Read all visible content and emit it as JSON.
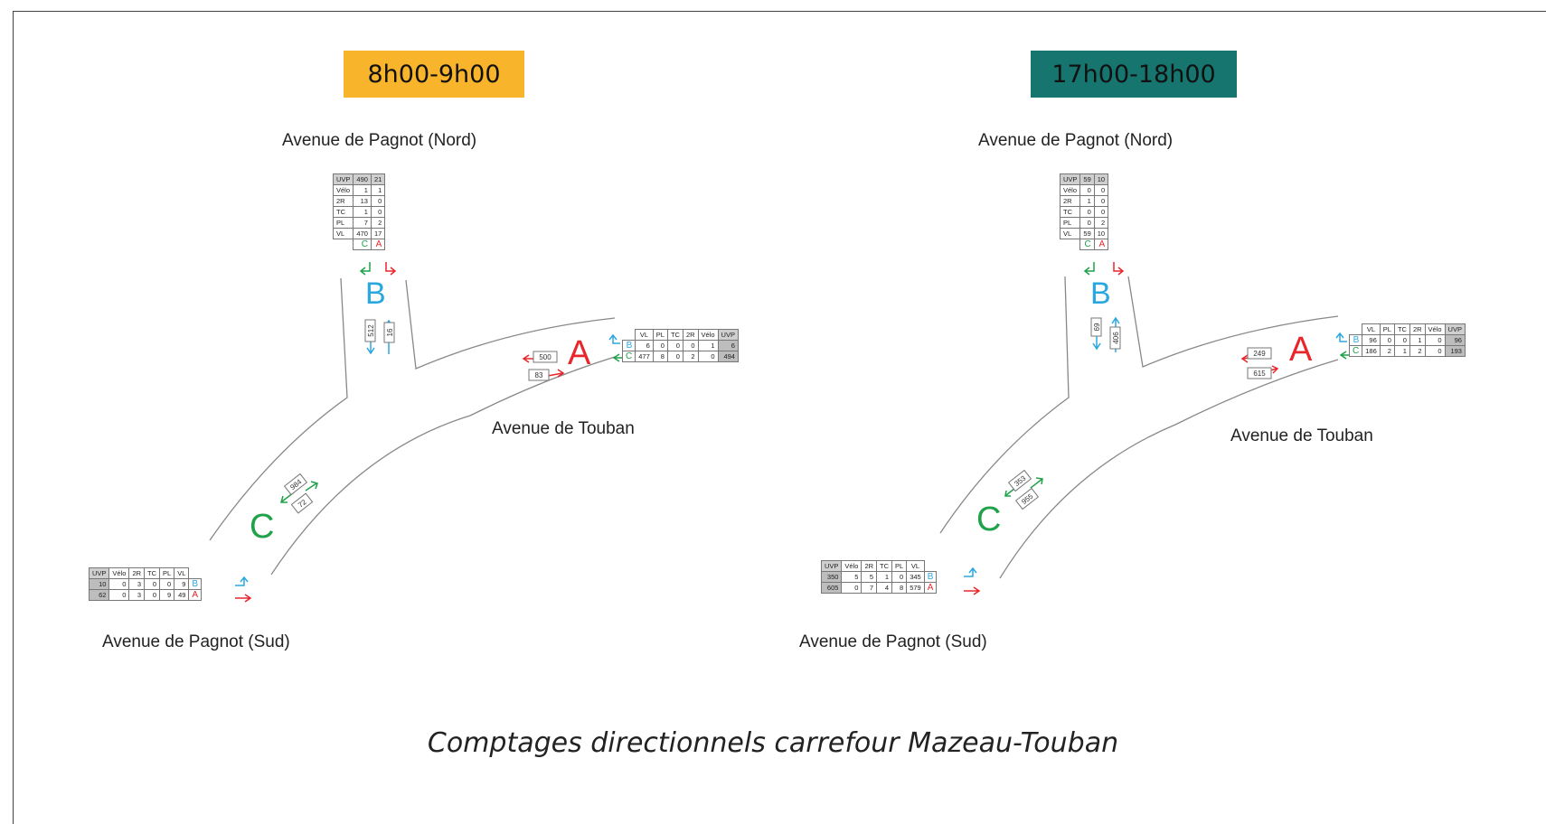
{
  "caption": "Comptages directionnels carrefour Mazeau-Touban",
  "colors": {
    "morning_badge": "#f8b42a",
    "evening_badge": "#16766f",
    "A": "#e8262b",
    "B": "#2ba7e0",
    "C": "#1fa24a"
  },
  "morning": {
    "period": "8h00-9h00",
    "north_label": "Avenue de Pagnot (Nord)",
    "east_label": "Avenue de Touban",
    "south_label": "Avenue de Pagnot (Sud)",
    "letters": {
      "a": "A",
      "b": "B",
      "c": "C"
    },
    "north_table": {
      "rows": [
        {
          "k": "UVP",
          "v1": "490",
          "v2": "21"
        },
        {
          "k": "Vélo",
          "v1": "1",
          "v2": "1"
        },
        {
          "k": "2R",
          "v1": "13",
          "v2": "0"
        },
        {
          "k": "TC",
          "v1": "1",
          "v2": "0"
        },
        {
          "k": "PL",
          "v1": "7",
          "v2": "2"
        },
        {
          "k": "VL",
          "v1": "470",
          "v2": "17"
        }
      ],
      "dest1": "C",
      "dest2": "A"
    },
    "east_table": {
      "headers": [
        "VL",
        "PL",
        "TC",
        "2R",
        "Vélo",
        "UVP"
      ],
      "rows": [
        {
          "dest": "B",
          "vals": [
            "6",
            "0",
            "0",
            "0",
            "1",
            "6"
          ]
        },
        {
          "dest": "C",
          "vals": [
            "477",
            "8",
            "0",
            "2",
            "0",
            "494"
          ]
        }
      ]
    },
    "south_table": {
      "headers": [
        "UVP",
        "Vélo",
        "2R",
        "TC",
        "PL",
        "VL"
      ],
      "rows": [
        {
          "dest": "B",
          "vals": [
            "10",
            "0",
            "3",
            "0",
            "0",
            "9"
          ]
        },
        {
          "dest": "A",
          "vals": [
            "62",
            "0",
            "3",
            "0",
            "9",
            "49"
          ]
        }
      ]
    },
    "flows": {
      "b_out": "512",
      "b_in": "16",
      "a_in": "500",
      "a_out": "83",
      "c_in": "984",
      "c_out": "72"
    }
  },
  "evening": {
    "period": "17h00-18h00",
    "north_label": "Avenue de Pagnot (Nord)",
    "east_label": "Avenue de Touban",
    "south_label": "Avenue de Pagnot (Sud)",
    "letters": {
      "a": "A",
      "b": "B",
      "c": "C"
    },
    "north_table": {
      "rows": [
        {
          "k": "UVP",
          "v1": "59",
          "v2": "10"
        },
        {
          "k": "Vélo",
          "v1": "0",
          "v2": "0"
        },
        {
          "k": "2R",
          "v1": "1",
          "v2": "0"
        },
        {
          "k": "TC",
          "v1": "0",
          "v2": "0"
        },
        {
          "k": "PL",
          "v1": "0",
          "v2": "2"
        },
        {
          "k": "VL",
          "v1": "59",
          "v2": "10"
        }
      ],
      "dest1": "C",
      "dest2": "A"
    },
    "east_table": {
      "headers": [
        "VL",
        "PL",
        "TC",
        "2R",
        "Vélo",
        "UVP"
      ],
      "rows": [
        {
          "dest": "B",
          "vals": [
            "96",
            "0",
            "0",
            "1",
            "0",
            "96"
          ]
        },
        {
          "dest": "C",
          "vals": [
            "186",
            "2",
            "1",
            "2",
            "0",
            "193"
          ]
        }
      ]
    },
    "south_table": {
      "headers": [
        "UVP",
        "Vélo",
        "2R",
        "TC",
        "PL",
        "VL"
      ],
      "rows": [
        {
          "dest": "B",
          "vals": [
            "350",
            "5",
            "5",
            "1",
            "0",
            "345"
          ]
        },
        {
          "dest": "A",
          "vals": [
            "605",
            "0",
            "7",
            "4",
            "8",
            "579"
          ]
        }
      ]
    },
    "flows": {
      "b_out": "69",
      "b_in": "406",
      "a_in": "249",
      "a_out": "615",
      "c_in": "353",
      "c_out": "955"
    }
  }
}
